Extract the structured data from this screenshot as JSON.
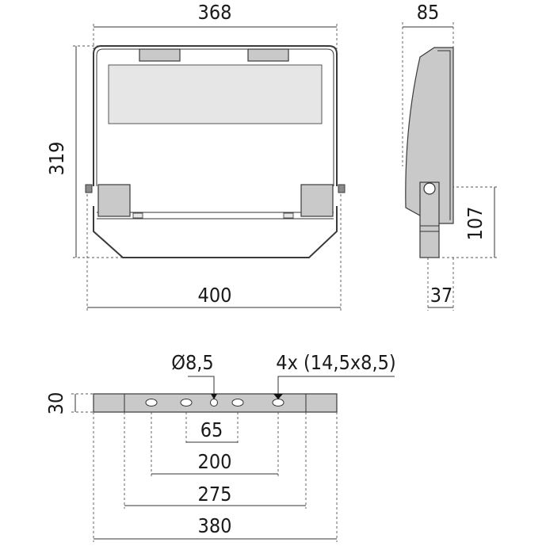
{
  "front_view": {
    "width_top": "368",
    "height": "319",
    "width_bottom": "400"
  },
  "side_view": {
    "depth": "85",
    "pivot_height": "107",
    "bracket_offset": "37"
  },
  "bracket_view": {
    "thickness": "30",
    "hole_diameter": "Ø8,5",
    "slots": "4x (14,5x8,5)",
    "spacing_inner": "65",
    "spacing_200": "200",
    "spacing_275": "275",
    "overall_length": "380"
  }
}
